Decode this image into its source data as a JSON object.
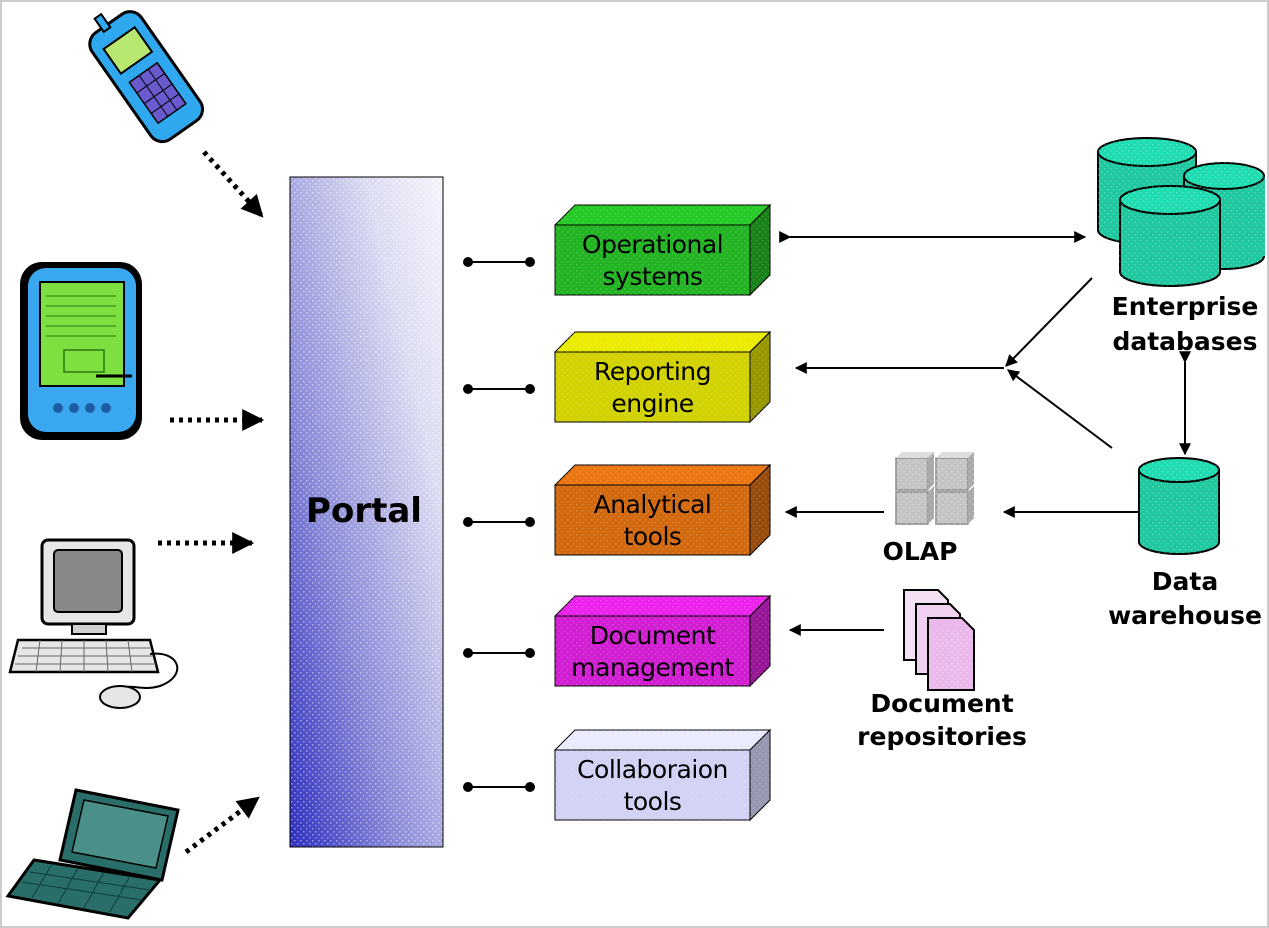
{
  "portal": {
    "label": "Portal"
  },
  "modules": [
    {
      "id": "operational",
      "line1": "Operational",
      "line2": "systems",
      "color": "#22b422"
    },
    {
      "id": "reporting",
      "line1": "Reporting",
      "line2": "engine",
      "color": "#d2d200"
    },
    {
      "id": "analytical",
      "line1": "Analytical",
      "line2": "tools",
      "color": "#d2690f"
    },
    {
      "id": "document",
      "line1": "Document",
      "line2": "management",
      "color": "#d21ed2"
    },
    {
      "id": "collaboration",
      "line1": "Collaboraion",
      "line2": "tools",
      "color": "#d2d2f5"
    }
  ],
  "sources": {
    "enterprise": {
      "line1": "Enterprise",
      "line2": "databases",
      "color": "#20c8a0"
    },
    "warehouse": {
      "line1": "Data",
      "line2": "warehouse",
      "color": "#20c8a0"
    },
    "olap": {
      "label": "OLAP"
    },
    "documents": {
      "line1": "Document",
      "line2": "repositories"
    }
  },
  "devices": [
    "mobile-phone-icon",
    "pda-icon",
    "desktop-computer-icon",
    "laptop-icon"
  ],
  "colors": {
    "portal_dark": "#3a3ac8",
    "portal_light": "#eeeef8",
    "frame": "#cccccc"
  }
}
